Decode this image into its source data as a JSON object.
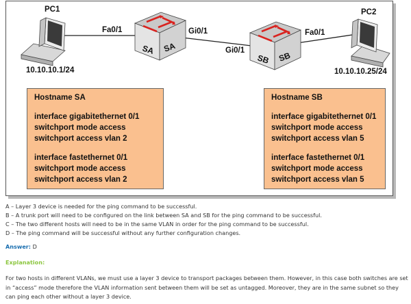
{
  "diagram": {
    "pc1": {
      "name": "PC1",
      "ip": "10.10.10.1/24"
    },
    "pc2": {
      "name": "PC2",
      "ip": "10.10.10.25/24"
    },
    "switch_a": {
      "label": "SA",
      "port_left": "Fa0/1",
      "port_right": "Gi0/1"
    },
    "switch_b": {
      "label": "SB",
      "port_left": "Gi0/1",
      "port_right": "Fa0/1"
    },
    "config_sa": {
      "hostname": "Hostname SA",
      "block1": [
        "interface gigabitethernet 0/1",
        "switchport mode access",
        "switchport access vlan 2"
      ],
      "block2": [
        "interface fastethernet 0/1",
        "switchport mode access",
        "switchport access vlan 2"
      ]
    },
    "config_sb": {
      "hostname": "Hostname SB",
      "block1": [
        "interface gigabitethernet 0/1",
        "switchport mode access",
        "switchport access vlan 5"
      ],
      "block2": [
        "interface fastethernet 0/1",
        "switchport mode access",
        "switchport access vlan 5"
      ]
    },
    "colors": {
      "config_fill": "#fac08f",
      "switch_top": "#c9c9c9",
      "arrow_red": "#d9231f"
    }
  },
  "question": {
    "options": [
      "A – Layer 3 device is needed for the ping command to be successful.",
      "B – A trunk port will need to be configured on the link between SA and SB for the ping command to be successful.",
      "C – The two different hosts will need to be in the same VLAN in order for the ping command to be successful.",
      "D – The ping command will be successful without any further configuration changes."
    ],
    "answer_label": "Answer:",
    "answer_value": "D",
    "explanation_label": "Explanation:",
    "explanation_text": "For two hosts in different VLANs, we must use a layer 3 device to transport packages between them. However, in this case both switches are set in “access” mode therefore the VLAN information sent between them will be set as untagged. Moreover, they are in the same subnet so they can ping each other without a layer 3 device."
  }
}
